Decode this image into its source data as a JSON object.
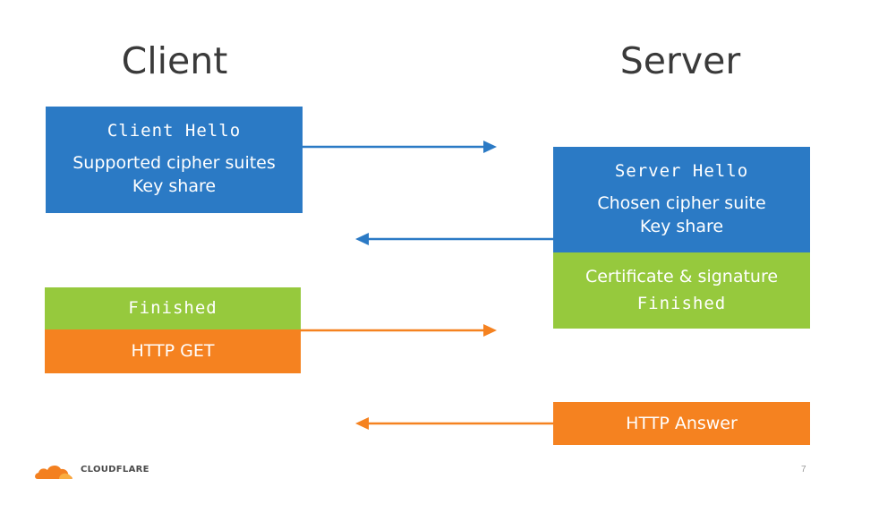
{
  "headings": {
    "client": "Client",
    "server": "Server"
  },
  "client": {
    "hello": {
      "title": "Client Hello",
      "lines": [
        "Supported cipher suites",
        "Key share"
      ]
    },
    "finished": "Finished",
    "http_get": "HTTP GET"
  },
  "server": {
    "hello": {
      "title": "Server Hello",
      "lines": [
        "Chosen cipher suite",
        "Key share"
      ]
    },
    "certificate": "Certificate & signature",
    "finished": "Finished",
    "http_answer": "HTTP Answer"
  },
  "logo": {
    "text": "CLOUDFLARE"
  },
  "page_number": "7",
  "colors": {
    "blue": "#2b7ac5",
    "green": "#96c93d",
    "orange": "#f58220"
  }
}
